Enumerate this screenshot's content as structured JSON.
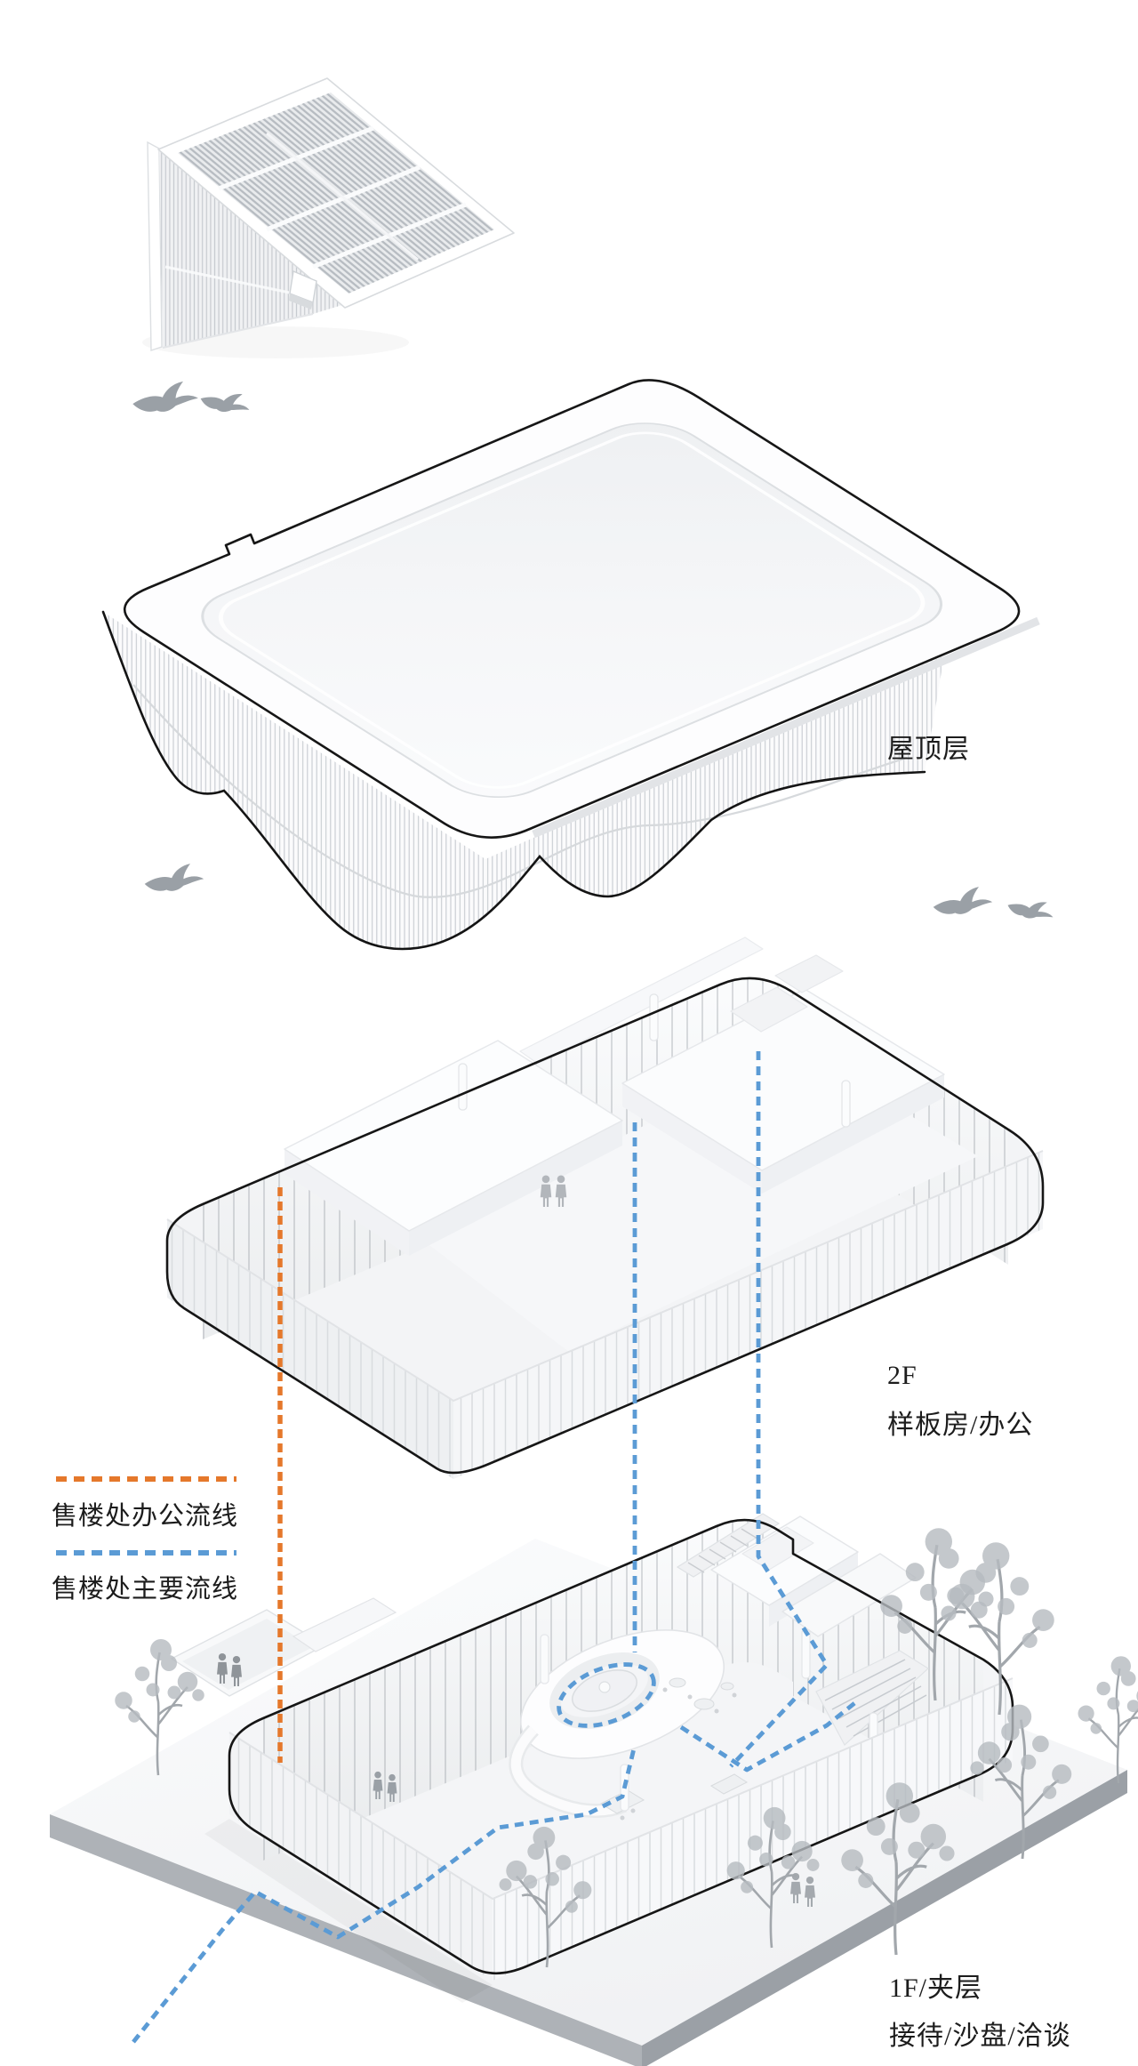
{
  "diagram": {
    "type": "exploded-axonometric-architecture-diagram",
    "language": "zh-CN",
    "floors": [
      {
        "id": "roof",
        "label_lines": [
          "屋顶层"
        ]
      },
      {
        "id": "2f",
        "label_lines": [
          "2F",
          "样板房/办公"
        ]
      },
      {
        "id": "1f",
        "label_lines": [
          "1F/夹层",
          "接待/沙盘/洽谈"
        ]
      }
    ],
    "legend": {
      "items": [
        {
          "id": "office-circulation",
          "label": "售楼处办公流线",
          "color": "#E5782B",
          "line_style": "dotted"
        },
        {
          "id": "main-circulation",
          "label": "售楼处主要流线",
          "color": "#5B9BD5",
          "line_style": "dashed"
        }
      ]
    },
    "colors": {
      "outline": "#161616",
      "accent_orange": "#E5782B",
      "accent_blue": "#5B9BD5",
      "ground_edge_gray": "#9ba0a6",
      "tree_gray": "#a9aeb3",
      "bird_gray": "#9aa0a6",
      "background": "#ffffff"
    },
    "icons": [
      "bird-icon",
      "tree-icon",
      "person-icon",
      "louver-canopy-icon"
    ]
  }
}
